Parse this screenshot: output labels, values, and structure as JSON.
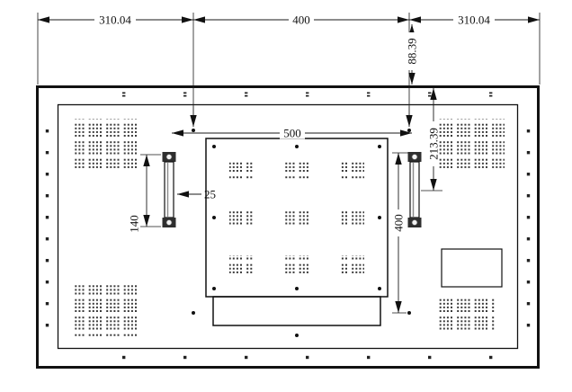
{
  "drawing": {
    "subject": "flat-panel display rear view technical drawing",
    "line_color": "#111111",
    "background": "#ffffff"
  },
  "dims": {
    "top_left": "310.04",
    "top_center": "400",
    "top_right": "310.04",
    "top_offset": "88.39",
    "side_offset": "213.39",
    "handle_span": "500",
    "handle_width": "25",
    "handle_height": "140",
    "vesa_vertical": "400"
  }
}
